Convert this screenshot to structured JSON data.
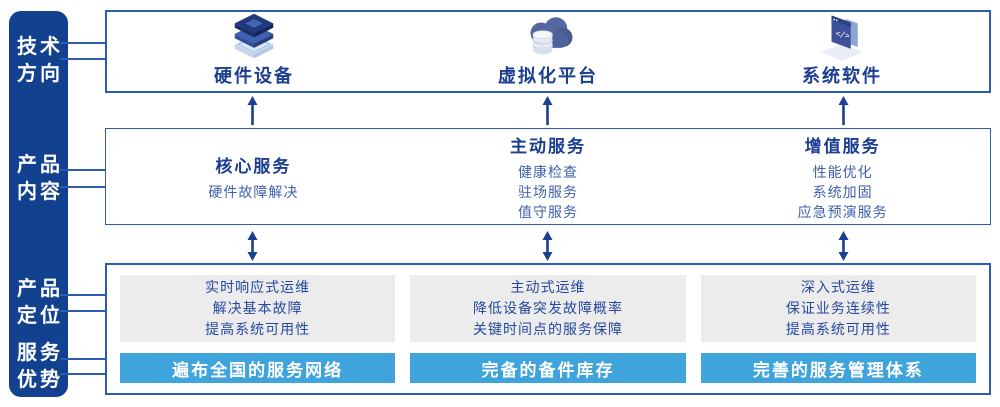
{
  "colors": {
    "sidebar_navy": "#12418f",
    "box_border_blue": "#2e5cb2",
    "title_navy": "#1b3e91",
    "item_blue": "#3f5fae",
    "panel_gray": "#ececec",
    "panel_text_navy": "#25499e",
    "advantage_bar_blue": "#3fa3dc"
  },
  "sidebar": {
    "labels": [
      {
        "line1": "技术",
        "line2": "方向"
      },
      {
        "line1": "产品",
        "line2": "内容"
      },
      {
        "line1": "产品",
        "line2": "定位"
      },
      {
        "line1": "服务",
        "line2": "优势"
      }
    ]
  },
  "tech_row": {
    "items": [
      {
        "icon": "server-stack-icon",
        "label": "硬件设备"
      },
      {
        "icon": "cloud-database-icon",
        "label": "虚拟化平台"
      },
      {
        "icon": "code-window-icon",
        "label": "系统软件"
      }
    ]
  },
  "content_row": {
    "columns": [
      {
        "title": "核心服务",
        "items": [
          "硬件故障解决"
        ]
      },
      {
        "title": "主动服务",
        "items": [
          "健康检查",
          "驻场服务",
          "值守服务"
        ]
      },
      {
        "title": "增值服务",
        "items": [
          "性能优化",
          "系统加固",
          "应急预演服务"
        ]
      }
    ]
  },
  "bottom_row": {
    "columns": [
      {
        "positioning": [
          "实时响应式运维",
          "解决基本故障",
          "提高系统可用性"
        ],
        "advantage": "遍布全国的服务网络"
      },
      {
        "positioning": [
          "主动式运维",
          "降低设备突发故障概率",
          "关键时间点的服务保障"
        ],
        "advantage": "完备的备件库存"
      },
      {
        "positioning": [
          "深入式运维",
          "保证业务连续性",
          "提高系统可用性"
        ],
        "advantage": "完善的服务管理体系"
      }
    ]
  }
}
